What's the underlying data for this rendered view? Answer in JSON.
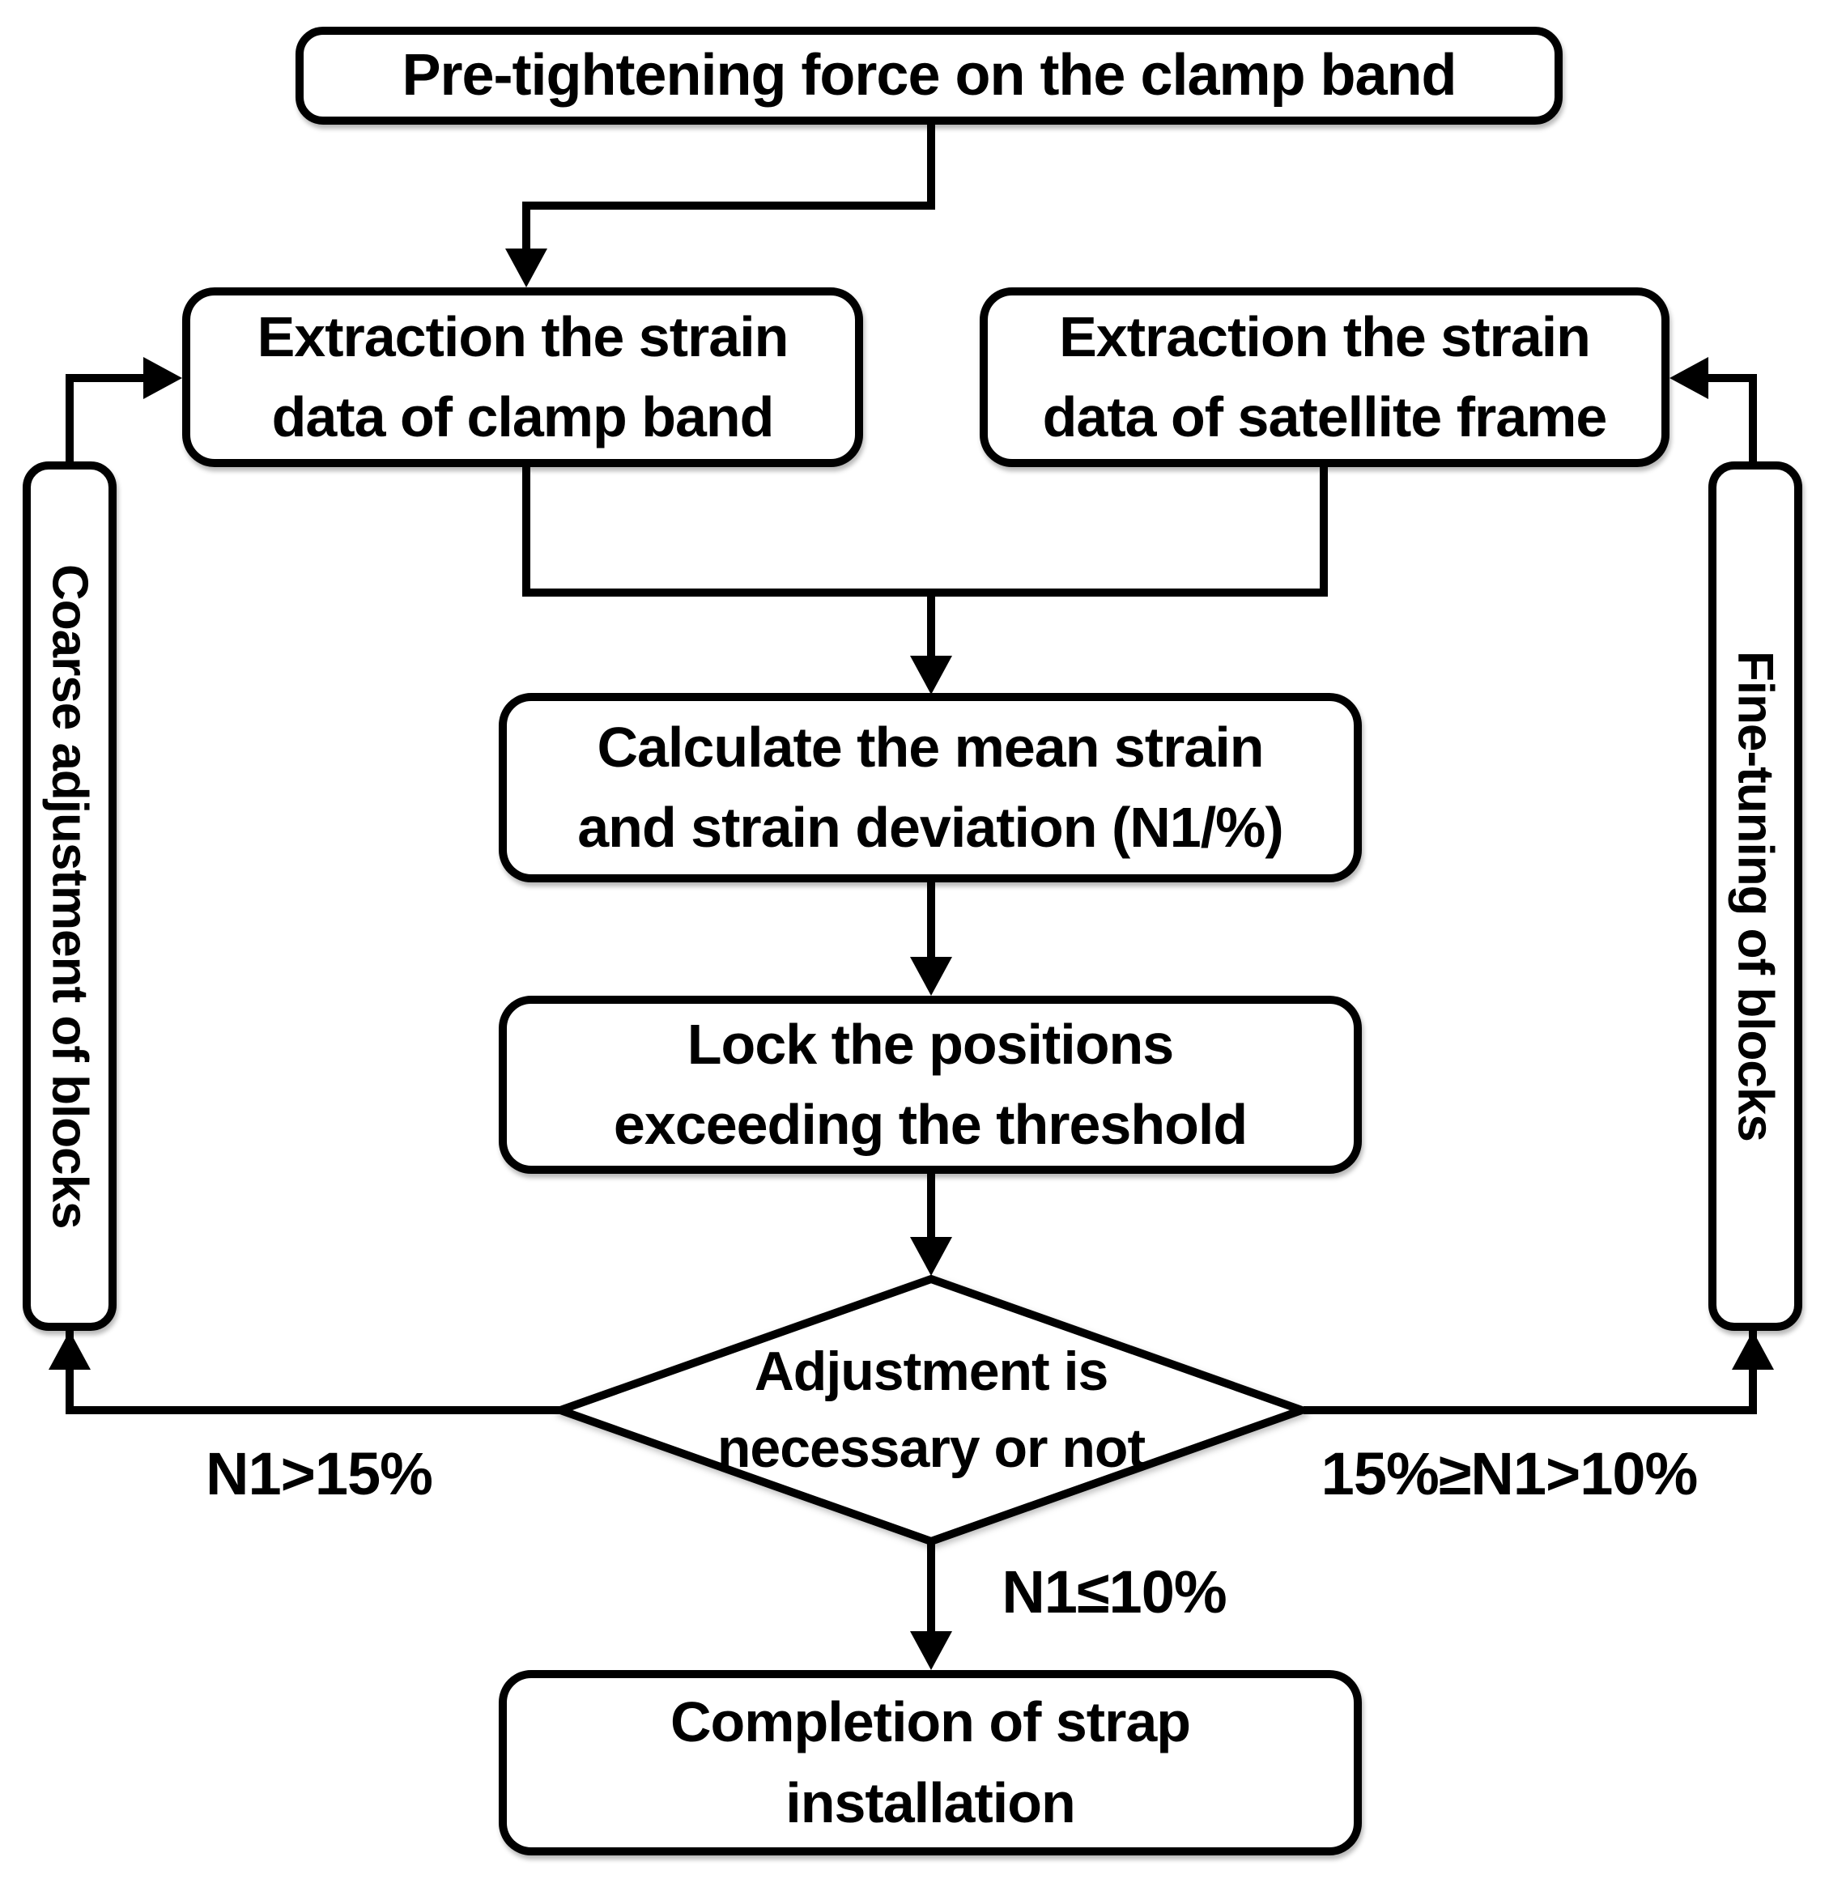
{
  "figure": {
    "type": "flowchart",
    "background_color": "#ffffff",
    "line_color": "#000000",
    "text_color": "#000000",
    "node_fill": "#ffffff"
  },
  "nodes": {
    "pretighten": {
      "text": "Pre-tightening force on the clamp band"
    },
    "extract_clamp": {
      "line1": "Extraction the strain",
      "line2": "data of clamp band"
    },
    "extract_frame": {
      "line1": "Extraction the strain",
      "line2": "data of satellite frame"
    },
    "calculate": {
      "line1": "Calculate the mean strain",
      "line2": "and strain deviation (N1/%)"
    },
    "lock": {
      "line1": "Lock the positions",
      "line2": "exceeding the threshold"
    },
    "decision": {
      "line1": "Adjustment is",
      "line2": "necessary or not"
    },
    "completion": {
      "line1": "Completion of strap",
      "line2": "installation"
    },
    "coarse_bar": {
      "text": "Coarse adjustment of blocks"
    },
    "fine_bar": {
      "text": "Fine-tuning of blocks"
    }
  },
  "edge_labels": {
    "coarse_condition": "N1>15%",
    "fine_condition": "15%≥N1>10%",
    "complete_condition": "N1≤10%"
  }
}
